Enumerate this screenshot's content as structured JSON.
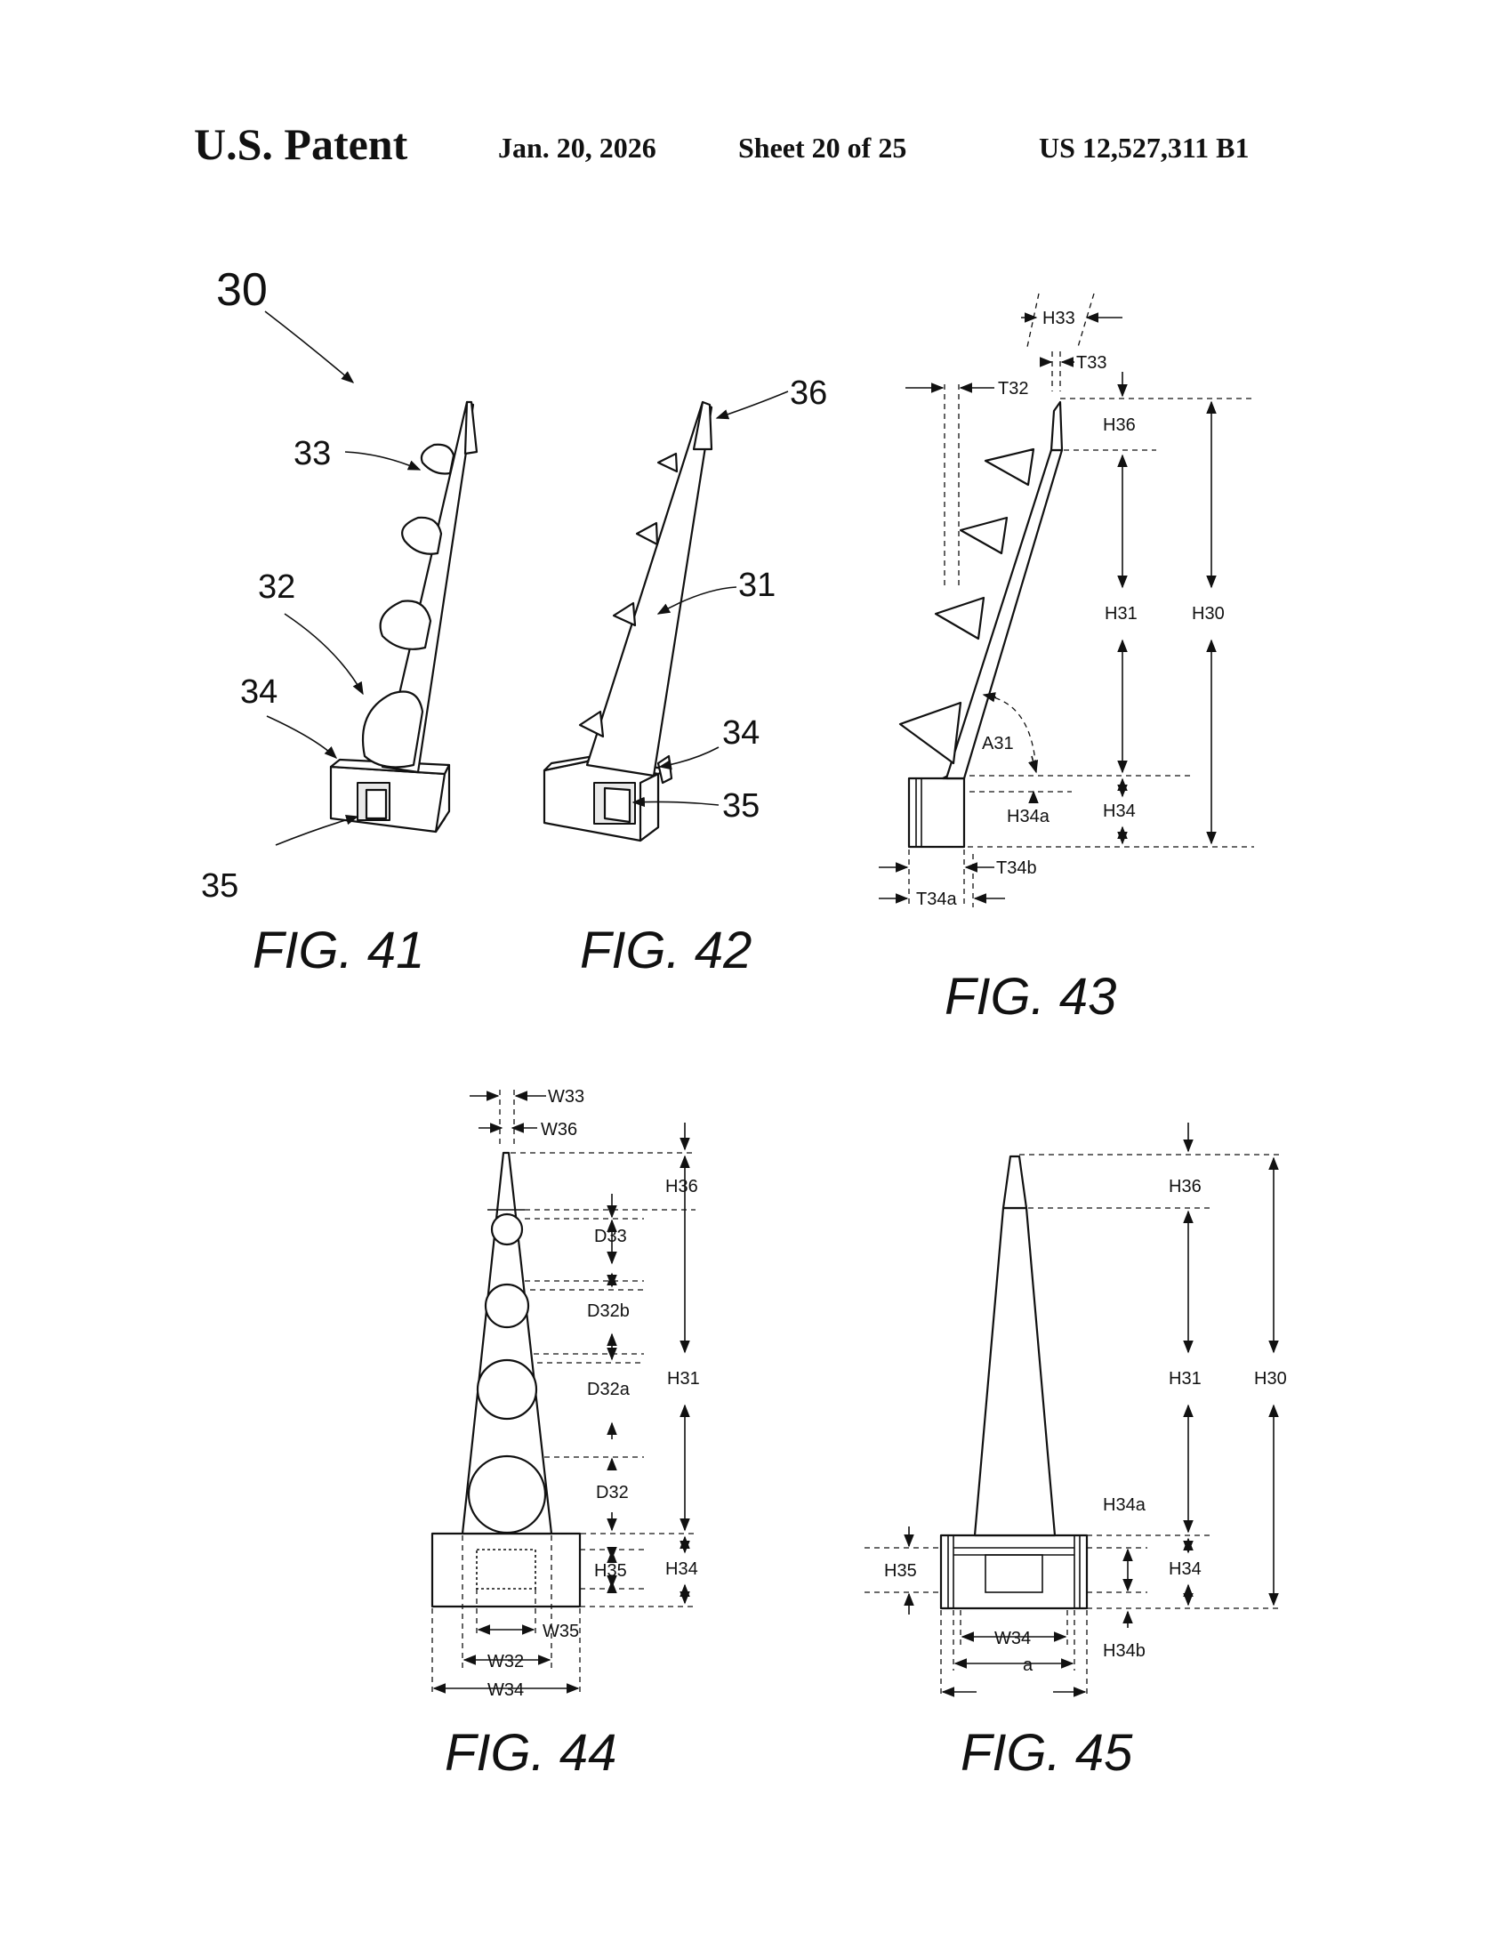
{
  "header": {
    "title": "U.S. Patent",
    "date": "Jan. 20, 2026",
    "sheet": "Sheet 20 of 25",
    "patent_number": "US 12,527,311 B1"
  },
  "figures": {
    "fig41": {
      "caption": "FIG. 41",
      "refs": {
        "r30": "30",
        "r33": "33",
        "r32": "32",
        "r34": "34",
        "r35": "35"
      }
    },
    "fig42": {
      "caption": "FIG. 42",
      "refs": {
        "r36": "36",
        "r31": "31",
        "r34": "34",
        "r35": "35"
      }
    },
    "fig43": {
      "caption": "FIG. 43",
      "dims": {
        "H33": "H33",
        "T33": "T33",
        "T32": "T32",
        "H36": "H36",
        "H31": "H31",
        "H30": "H30",
        "A31": "A31",
        "H34a": "H34a",
        "H34": "H34",
        "T34b": "T34b",
        "T34a": "T34a"
      }
    },
    "fig44": {
      "caption": "FIG. 44",
      "dims": {
        "W33": "W33",
        "W36": "W36",
        "H36": "H36",
        "D33": "D33",
        "D32b": "D32b",
        "H31": "H31",
        "D32a": "D32a",
        "D32": "D32",
        "H35": "H35",
        "H34": "H34",
        "W35": "W35",
        "W32": "W32",
        "W34": "W34"
      }
    },
    "fig45": {
      "caption": "FIG. 45",
      "dims": {
        "H36": "H36",
        "H31": "H31",
        "H30": "H30",
        "H34a": "H34a",
        "H35": "H35",
        "H34": "H34",
        "W34": "W34",
        "H34b": "H34b",
        "a": "a"
      }
    }
  }
}
